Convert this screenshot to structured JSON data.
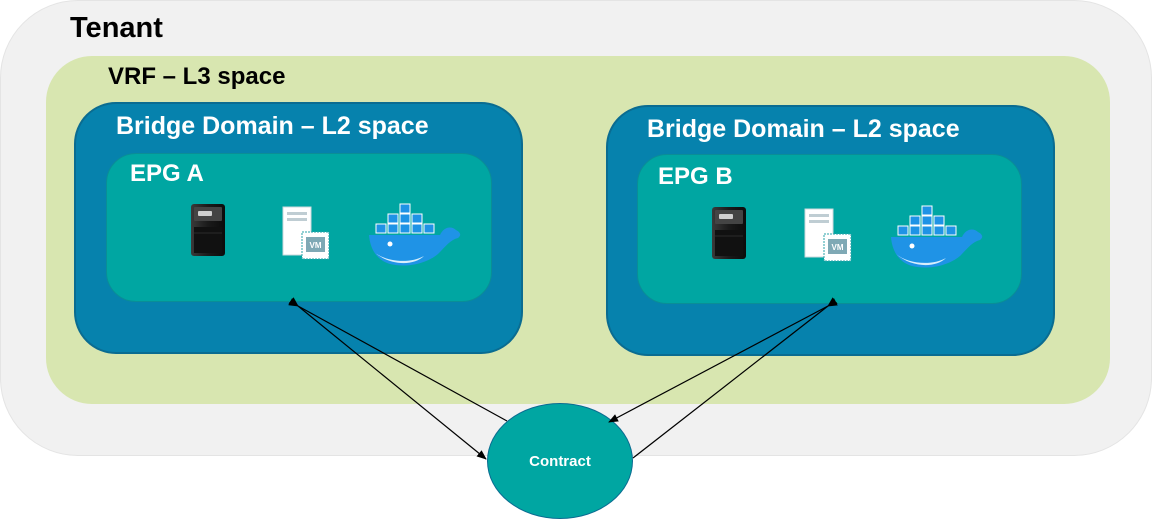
{
  "tenant": {
    "title": "Tenant"
  },
  "vrf": {
    "title": "VRF – L3 space"
  },
  "bridge_domains": [
    {
      "title": "Bridge Domain – L2 space",
      "epg": {
        "title": "EPG A",
        "icons": [
          "server-icon",
          "vm-icon",
          "docker-whale-icon"
        ]
      }
    },
    {
      "title": "Bridge Domain – L2 space",
      "epg": {
        "title": "EPG B",
        "icons": [
          "server-icon",
          "vm-icon",
          "docker-whale-icon"
        ]
      }
    }
  ],
  "contract": {
    "label": "Contract"
  },
  "icons": {
    "vm_badge": "VM"
  },
  "colors": {
    "tenant": "#f1f1f1",
    "vrf": "#d8e6b0",
    "bridge_domain": "#0682ad",
    "epg": "#00a6a2",
    "docker": "#1f93e6"
  }
}
